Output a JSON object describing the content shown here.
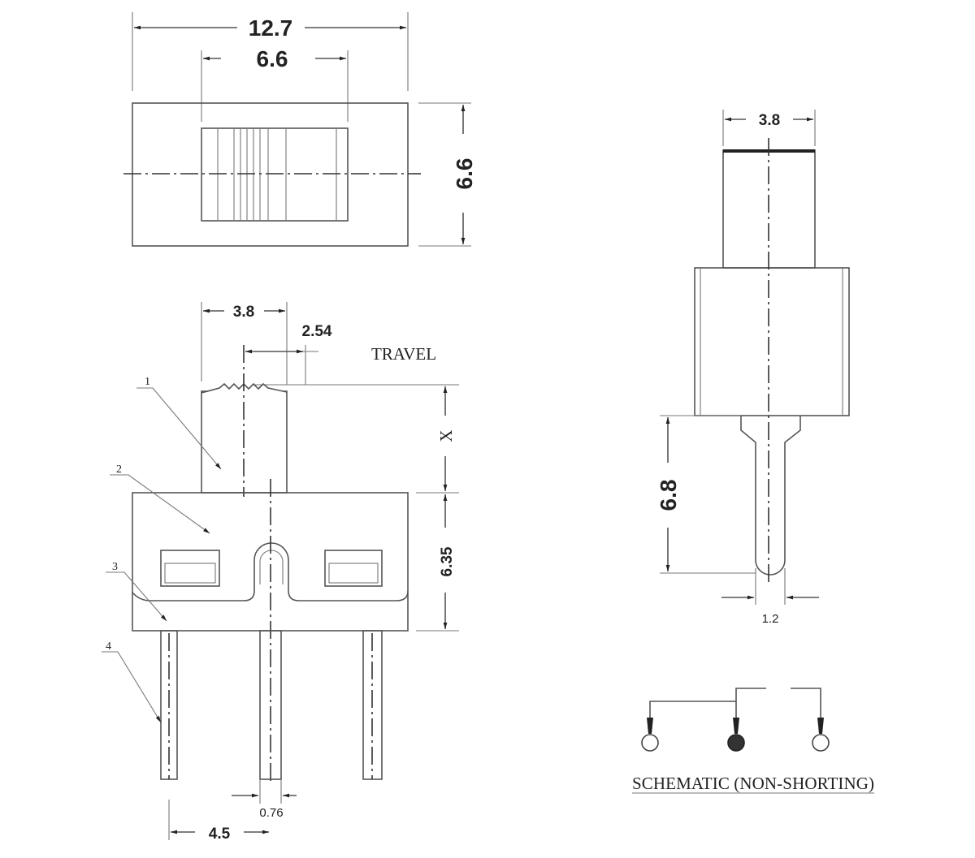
{
  "top_view": {
    "width_overall": "12.7",
    "slider_width": "6.6",
    "height": "6.6"
  },
  "side_view": {
    "actuator_width": "3.8",
    "travel_value": "2.54",
    "travel_label": "TRAVEL",
    "actuator_height": "X",
    "body_height": "6.35",
    "pin_width": "0.76",
    "pin_pitch": "4.5",
    "callouts": [
      "1",
      "2",
      "3",
      "4"
    ]
  },
  "end_view": {
    "actuator_width": "3.8",
    "pin_length": "6.8",
    "pin_thickness": "1.2"
  },
  "schematic": {
    "title": "SCHEMATIC (NON-SHORTING)"
  }
}
